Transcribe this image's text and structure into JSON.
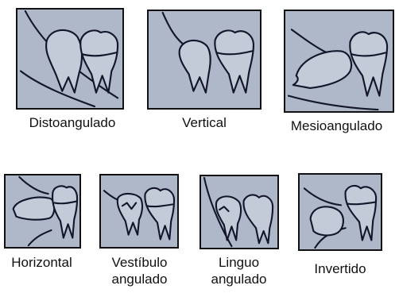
{
  "figures": [
    {
      "id": "distoangulado",
      "label": "Distoangulado"
    },
    {
      "id": "vertical",
      "label": "Vertical"
    },
    {
      "id": "mesioangulado",
      "label": "Mesioangulado"
    },
    {
      "id": "horizontal",
      "label": "Horizontal"
    },
    {
      "id": "vestibulo",
      "label_line1": "Vestíbulo",
      "label_line2": "angulado"
    },
    {
      "id": "linguo",
      "label_line1": "Linguo",
      "label_line2": "angulado"
    },
    {
      "id": "invertido",
      "label": "Invertido"
    }
  ],
  "colors": {
    "panel": "#aeb8c8",
    "ink": "#13162a",
    "tooth": "#c3cbd8"
  }
}
